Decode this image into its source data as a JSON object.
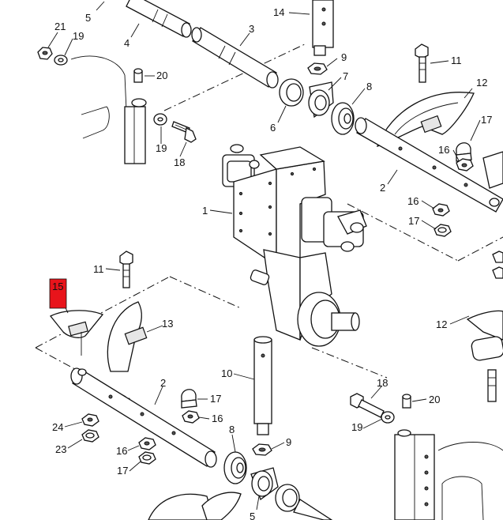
{
  "callouts": [
    {
      "id": "c5a",
      "text": "5"
    },
    {
      "id": "c14",
      "text": "14"
    },
    {
      "id": "c21",
      "text": "21"
    },
    {
      "id": "c19a",
      "text": "19"
    },
    {
      "id": "c4",
      "text": "4"
    },
    {
      "id": "c3",
      "text": "3"
    },
    {
      "id": "c9a",
      "text": "9"
    },
    {
      "id": "c11a",
      "text": "11"
    },
    {
      "id": "c20a",
      "text": "20"
    },
    {
      "id": "c7",
      "text": "7"
    },
    {
      "id": "c8a",
      "text": "8"
    },
    {
      "id": "c12a",
      "text": "12"
    },
    {
      "id": "c6",
      "text": "6"
    },
    {
      "id": "c17a",
      "text": "17"
    },
    {
      "id": "c19b",
      "text": "19"
    },
    {
      "id": "c18a",
      "text": "18"
    },
    {
      "id": "c16a",
      "text": "16"
    },
    {
      "id": "c2a",
      "text": "2"
    },
    {
      "id": "c1",
      "text": "1"
    },
    {
      "id": "c16b",
      "text": "16"
    },
    {
      "id": "c17b",
      "text": "17"
    },
    {
      "id": "c11b",
      "text": "11"
    },
    {
      "id": "c15",
      "text": "15"
    },
    {
      "id": "c13",
      "text": "13"
    },
    {
      "id": "c12b",
      "text": "12"
    },
    {
      "id": "c10",
      "text": "10"
    },
    {
      "id": "c2b",
      "text": "2"
    },
    {
      "id": "c17c",
      "text": "17"
    },
    {
      "id": "c16c",
      "text": "16"
    },
    {
      "id": "c18b",
      "text": "18"
    },
    {
      "id": "c20b",
      "text": "20"
    },
    {
      "id": "c24",
      "text": "24"
    },
    {
      "id": "c8b",
      "text": "8"
    },
    {
      "id": "c19c",
      "text": "19"
    },
    {
      "id": "c23",
      "text": "23"
    },
    {
      "id": "c16d",
      "text": "16"
    },
    {
      "id": "c9b",
      "text": "9"
    },
    {
      "id": "c17d",
      "text": "17"
    },
    {
      "id": "c5b",
      "text": "5"
    }
  ],
  "highlight": {
    "label": "15",
    "color": "#e8141b"
  }
}
